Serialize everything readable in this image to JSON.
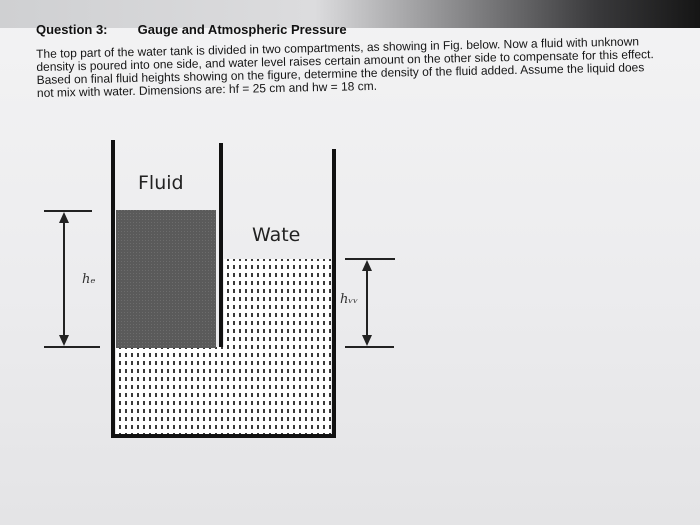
{
  "question": {
    "number": "Question 3:",
    "title": "Gauge and Atmospheric Pressure"
  },
  "problem": {
    "lines": [
      "The top part of the water tank is divided in two compartments, as showing in Fig. below. Now a fluid with unknown",
      "density is poured into one side, and water level raises certain amount on the other side to compensate for this effect.",
      "Based on final fluid heights showing on the figure, determine the density of the fluid added. Assume the liquid does",
      "not mix with water. Dimensions are: hf = 25 cm and hw = 18 cm."
    ]
  },
  "figure": {
    "fluid_label": "Fluid",
    "water_label": "Wate",
    "hf_label": "hₑ",
    "hw_label": "hᵥᵥ",
    "fluid_color": "#555555",
    "water_dash_color": "#333333"
  }
}
